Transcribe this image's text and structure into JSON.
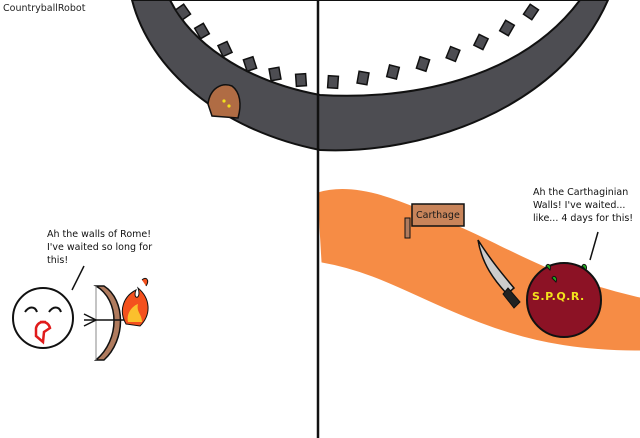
{
  "watermark": "CountryballRobot",
  "left_speech": {
    "lines": [
      "Ah the walls of Rome!",
      "I've waited so long for",
      "this!"
    ]
  },
  "right_speech": {
    "lines": [
      "Ah the Carthaginian",
      "Walls! I've waited...",
      "like... 4 days for this!"
    ]
  },
  "sign": {
    "label": "Carthage"
  },
  "spqr_badge": {
    "label": "S.P.Q.R."
  },
  "colors": {
    "wall_gray": "#4d4d52",
    "path_orange": "#f68c45",
    "rome_ball": "#8c1225",
    "gold_text": "#f2e21c",
    "sign_wood": "#c8845a",
    "fire": "#f4511e",
    "bow": "#b07b5e"
  }
}
